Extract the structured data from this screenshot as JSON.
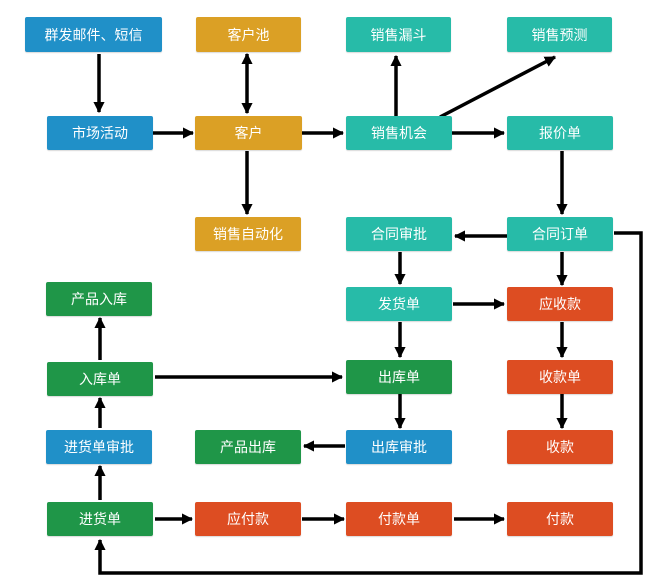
{
  "colors": {
    "blue": "#2090c8",
    "orange": "#dba025",
    "teal": "#27bba8",
    "green": "#1f9648",
    "red": "#dd4d22",
    "arrow": "#000000"
  },
  "nodes": {
    "mass_mail_sms": "群发邮件、短信",
    "customer_pool": "客户池",
    "sales_funnel": "销售漏斗",
    "sales_forecast": "销售预测",
    "marketing_activity": "市场活动",
    "customer": "客户",
    "sales_opportunity": "销售机会",
    "quotation": "报价单",
    "sales_automation": "销售自动化",
    "contract_approval": "合同审批",
    "contract_order": "合同订单",
    "product_inbound": "产品入库",
    "delivery_note": "发货单",
    "receivable": "应收款",
    "inbound_order": "入库单",
    "outbound_order": "出库单",
    "receipt_order": "收款单",
    "purchase_approval": "进货单审批",
    "product_outbound": "产品出库",
    "outbound_approval": "出库审批",
    "collection": "收款",
    "purchase_order": "进货单",
    "payable": "应付款",
    "payment_order": "付款单",
    "payment": "付款"
  }
}
